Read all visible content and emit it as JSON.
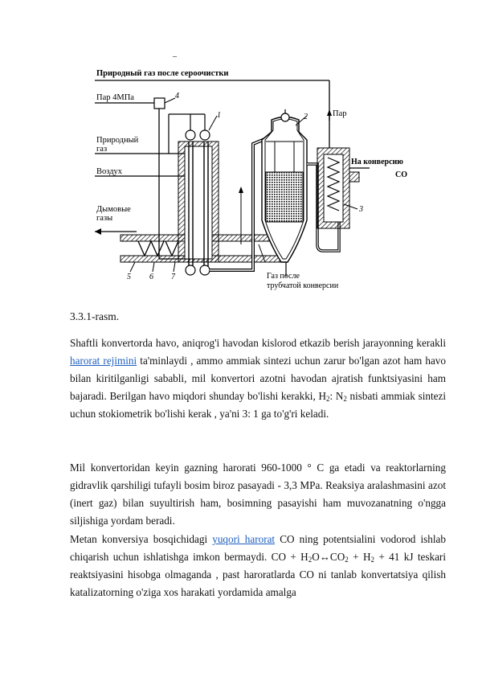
{
  "figure": {
    "top_mark": "–",
    "label_gas_top": "Природный газ после сероочистки",
    "label_steam": "Пар 4МПа",
    "label_natural_gas_line1": "Природный",
    "label_natural_gas_line2": "газ",
    "label_air": "Воздух",
    "label_flue_line1": "Дымовые",
    "label_flue_line2": "газы",
    "label_steam_right": "Пар",
    "label_conversion_line1": "На конверсию",
    "label_conversion_line2": "CO",
    "label_gas_after_line1": "Газ после",
    "label_gas_after_line2": "трубчатой конверсии",
    "num1": "1",
    "num2": "2",
    "num3": "3",
    "num4": "4",
    "num5": "5",
    "num6": "6",
    "num7": "7"
  },
  "caption": "3.3.1-rasm.",
  "para1": {
    "a": "Shaftli konvertorda havo, aniqrog'i havodan kislorod etkazib berish jarayonning kerakli ",
    "link": "harorat rejimini",
    "b": " ta'minlaydi , ammo ammiak sintezi uchun zarur bo'lgan azot ham havo bilan kiritilganligi sababli, mil konvertori azotni havodan ajratish funktsiyasini ham bajaradi. Berilgan havo miqdori shunday bo'lishi kerakki, H",
    "sub1": "2",
    "c": ": N",
    "sub2": "2",
    "d": " nisbati ammiak sintezi uchun stokiometrik bo'lishi kerak , ya'ni 3: 1 ga to'g'ri keladi."
  },
  "para2": "Mil konvertoridan keyin gazning harorati 960-1000 ° C ga etadi va reaktorlarning gidravlik qarshiligi tufayli bosim biroz pasayadi - 3,3 MPa. Reaksiya aralashmasini azot (inert gaz) bilan suyultirish ham, bosimning pasayishi ham muvozanatning o'ngga siljishiga yordam beradi.",
  "para3": {
    "a": "Metan konversiya bosqichidagi ",
    "link": "yuqori harorat",
    "b": " CO ning potentsialini vodorod ishlab chiqarish uchun ishlatishga imkon bermaydi. CO + H",
    "sub1": "2",
    "c": "O↔CO",
    "sub2": "2",
    "d": " + H",
    "sub3": "2",
    "e": " + 41 kJ teskari reaktsiyasini hisobga olmaganda , past haroratlarda CO ni tanlab konvertatsiya qilish katalizatorning o'ziga xos harakati yordamida amalga"
  }
}
